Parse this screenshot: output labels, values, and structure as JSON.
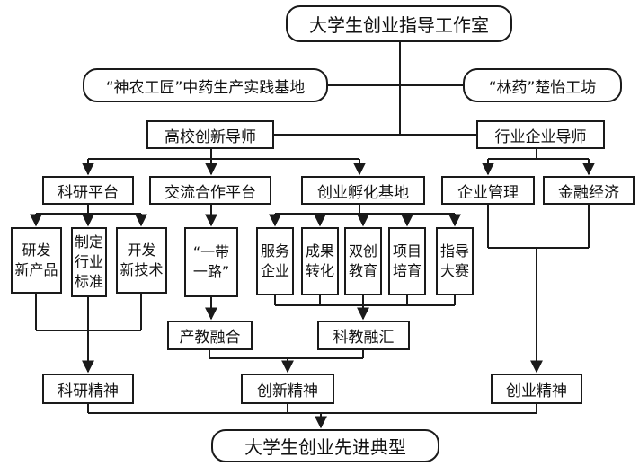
{
  "nodes": {
    "top": "大学生创业指导工作室",
    "base_left": "“神农工匠”中药生产实践基地",
    "base_right": "“林药”楚怡工坊",
    "mentor_univ": "高校创新导师",
    "mentor_ind": "行业企业导师",
    "p_research": "科研平台",
    "p_exchange": "交流合作平台",
    "p_incubate": "创业孵化基地",
    "p_mgmt": "企业管理",
    "p_finance": "金融经济",
    "r1": [
      "研发",
      "新产品"
    ],
    "r2": [
      "制定",
      "行业",
      "标准"
    ],
    "r3": [
      "开发",
      "新技术"
    ],
    "e1": [
      "“一带",
      "一路”"
    ],
    "i1": [
      "服务",
      "企业"
    ],
    "i2": [
      "成果",
      "转化"
    ],
    "i3": [
      "双创",
      "教育"
    ],
    "i4": [
      "项目",
      "培育"
    ],
    "i5": [
      "指导",
      "大赛"
    ],
    "m_industry": "产教融合",
    "m_science": "科教融汇",
    "s_research": "科研精神",
    "s_innov": "创新精神",
    "s_entre": "创业精神",
    "bottom": "大学生创业先进典型"
  }
}
